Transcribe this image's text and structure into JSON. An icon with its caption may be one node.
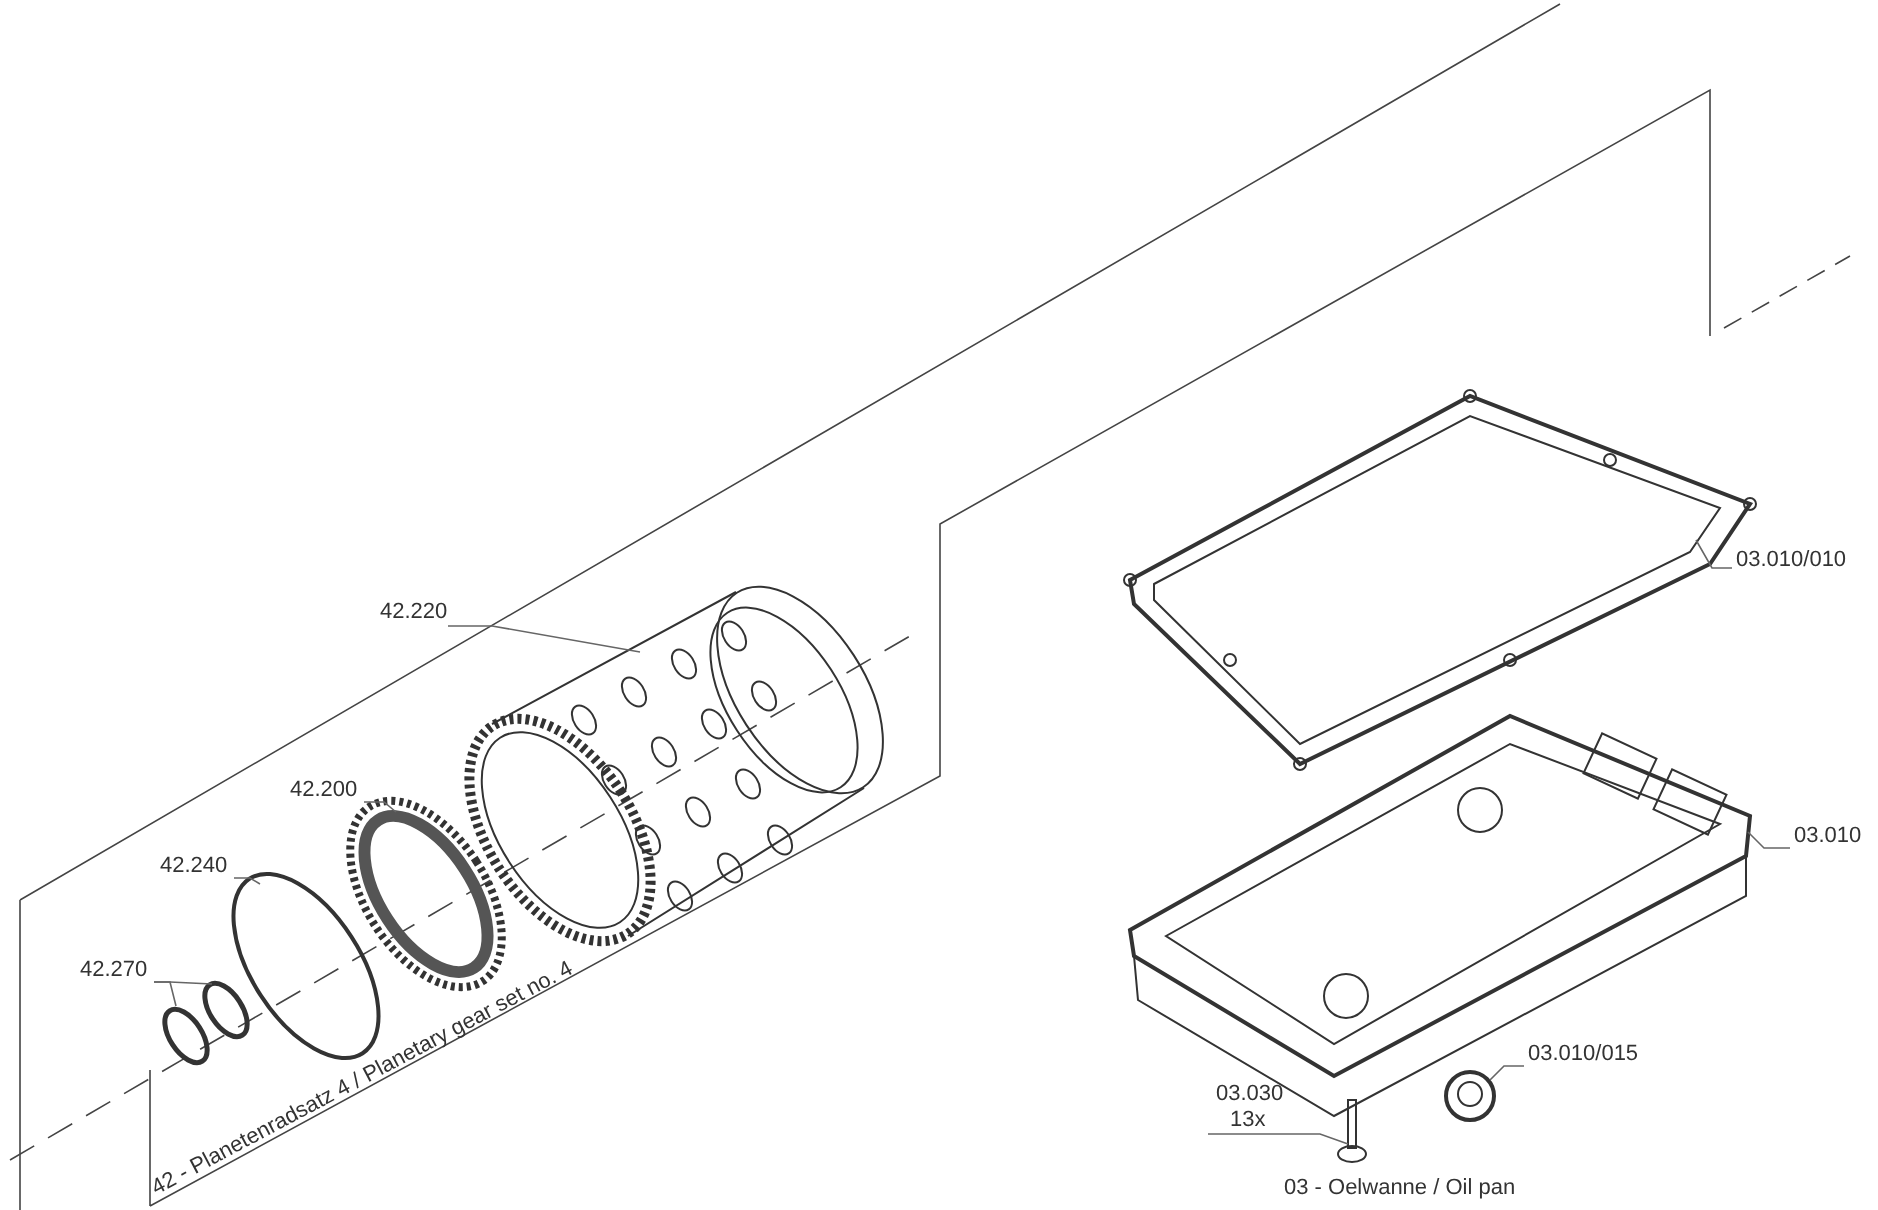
{
  "diagram": {
    "nodes": [
      {
        "text": [
          "42.220"
        ]
      },
      {
        "text": [],
        "shape": "picture"
      },
      {
        "text": [
          "42.200"
        ]
      },
      {
        "text": [],
        "shape": "picture"
      },
      {
        "text": [
          "42.240"
        ]
      },
      {
        "text": [],
        "shape": "picture"
      },
      {
        "text": [
          "42.270"
        ]
      },
      {
        "text": [],
        "shape": "circle"
      },
      {
        "text": [],
        "shape": "circle"
      },
      {
        "text": [
          "03.010/010"
        ]
      },
      {
        "text": [],
        "shape": "picture"
      },
      {
        "text": [
          "03.010"
        ]
      },
      {
        "text": [],
        "shape": "picture"
      },
      {
        "text": [
          "03.010/015"
        ]
      },
      {
        "text": [],
        "shape": "picture"
      },
      {
        "text": [
          "03.030",
          "13x"
        ]
      },
      {
        "text": [],
        "shape": "picture"
      }
    ],
    "edges": [
      {
        "from": 0,
        "to": 1,
        "arrow": "none"
      },
      {
        "from": 2,
        "to": 3,
        "arrow": "none"
      },
      {
        "from": 4,
        "to": 5,
        "arrow": "none"
      },
      {
        "from": 6,
        "to": 7,
        "arrow": "none"
      },
      {
        "from": 6,
        "to": 8,
        "arrow": "none"
      },
      {
        "from": 9,
        "to": 10,
        "arrow": "none"
      },
      {
        "from": 11,
        "to": 12,
        "arrow": "none"
      },
      {
        "from": 13,
        "to": 14,
        "arrow": "none"
      },
      {
        "from": 15,
        "to": 16,
        "arrow": "none"
      }
    ],
    "labels": [
      "42 - Planetenradsatz 4 / Planetary gear set no. 4",
      "03 - Oelwanne / Oil pan"
    ]
  }
}
